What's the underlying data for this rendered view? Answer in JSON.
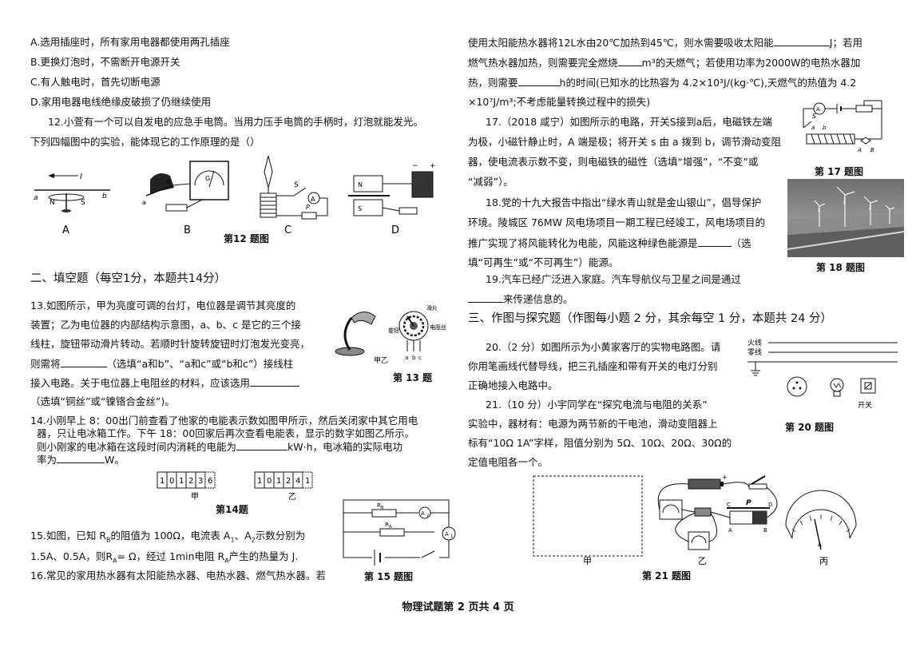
{
  "left": {
    "q11": {
      "optA": "A.选用插座时，所有家用电器都使用两孔插座",
      "optB": "B.更换灯泡时，不需断开电源开关",
      "optC": "C.有人触电时，首先切断电源",
      "optD": "D.家用电器电线绝缘皮破损了仍继续使用"
    },
    "q12": {
      "line1": "12.小萱有一个可以自发电的应急手电筒。当用力压手电筒的手柄时，灯泡就能发光。",
      "line2": "下列四幅图中的实验，能体现它的工作原理的是（）",
      "fig": {
        "label_A": "A",
        "label_B": "B",
        "label_C": "C",
        "label_D": "D",
        "label_I": "I",
        "label_a": "a",
        "label_b": "b",
        "label_N": "N",
        "label_S": "S",
        "label_G": "G",
        "label_P": "P",
        "label_A_meter": "A",
        "label_plus": "+",
        "label_minus": "−",
        "caption": "第12 题图"
      }
    },
    "section2": "二、填空题（每空1分，本题共14分）",
    "q13": {
      "line1": "13.如图所示，甲为亮度可调的台灯，电位器是调节其亮度的",
      "line2": "装置；乙为电位器的内部结构示意图，a、b、c 是它的三个接",
      "line3": "线柱，旋钮带动滑片转动。若顺时针旋转旋钮时灯泡发光变亮，",
      "line4a": "则需将",
      "line4b": "（选填“a和b”、“a和c”或“b和c”）接线柱",
      "line5a": "接入电路。关于电位器上电阻丝的材料，应该选用",
      "line6": "（选填“铜丝”或“镍铬合金丝”)。",
      "fig": {
        "label_jiayi": "甲乙",
        "label_huapian": "滑片",
        "label_xuanniu": "旋钮",
        "label_dianzusi": "电阻丝",
        "label_a": "a",
        "label_b": "b",
        "label_c": "c",
        "caption": "第 13 题"
      }
    },
    "q14": {
      "line1": "14.小刚早上 8：00出门前查看了他家的电能表示数如图甲所示，然后关闭家中其它用电",
      "line2": "器，只让电冰箱工作。下午 18：00回家后再次查看电能表，显示的数字如图乙所示。",
      "line3a": "则小刚家的电冰箱在这段时间内消耗的电能为",
      "line3b": "kW·h，电冰箱的实际电功",
      "line4a": "率为",
      "line4b": "W。",
      "meter_jia": [
        "1",
        "0",
        "1",
        "2",
        "3",
        "6"
      ],
      "meter_yi": [
        "1",
        "0",
        "1",
        "2",
        "4",
        "1"
      ],
      "label_jia": "甲",
      "label_yi": "乙",
      "caption": "第14题"
    },
    "q15": {
      "line1": "15.如图，已知 R",
      "line1_sub": "B",
      "line1b": "的阻值为 100Ω，电流表 A",
      "line1c": "、A",
      "line1d": "示数分别为",
      "sub1": "1",
      "sub2": "2",
      "line2a": "1.5A、0.5A，则R",
      "line2sub": "A",
      "line2b": "= Ω，经过 1min电阻 R",
      "line2sub2": "A",
      "line2c": "产生的热量为 J.",
      "fig": {
        "label_RB": "R",
        "label_RB_sub": "B",
        "label_RA": "R",
        "label_RA_sub": "A",
        "label_A1": "A",
        "label_A1_sub": "1",
        "label_A2": "A",
        "label_A2_sub": "2"
      },
      "caption": "第 15 题图"
    },
    "q16_start": "16.常见的家用热水器有太阳能热水器、电热水器、燃气热水器。若"
  },
  "right": {
    "q16": {
      "line1a": "使用太阳能热水器将12L水由20℃加热到45℃，则水需要吸收太阳能",
      "line1b": "J；若用",
      "line2a": "燃气热水器加热，则需要完全燃烧",
      "line2b": "m³的天燃气；若使用功率为2000W的电热水器加",
      "line3a": "热，则需要",
      "line3b": "h的时间(已知水的比热容为 4.2×10³J/(kg·℃),天燃气的热值为 4.2",
      "line4": "×10⁷J/m³;不考虑能量转换过程中的损失)"
    },
    "q17": {
      "line1": "17.（2018 咸宁）如图所示的电路，开关S接到a后，电磁铁左端",
      "line2": "为极，小磁针静止时，A 端是极；将开关 s 由 a 拨到 b，调节滑动变阻",
      "line3": "器，使电流表示数不变，则电磁铁的磁性（选填“增强”，“不变”或",
      "line4": "“减弱”）。",
      "fig": {
        "label_A_meter": "A",
        "label_S": "S",
        "label_a": "a",
        "label_b": "b",
        "label_A": "A",
        "label_B": "B"
      },
      "caption": "第 17 题图"
    },
    "q18": {
      "line1": "18.党的十九大报告中指出“绿水青山就是金山银山”，倡导保护",
      "line2": "环境。陵城区 76MW 风电场项目一期工程已经竣工，风电场项目的",
      "line3a": "推广实现了将风能转化为电能，风能这种绿色能源是",
      "line3b": "（选",
      "line4": "填“可再生”或“不可再生”）能源。",
      "caption": "第 18 题图"
    },
    "q19": {
      "line1": "19.汽车已经广泛进入家庭。汽车导航仪与卫星之间是通过",
      "line2b": "来传递信息的。"
    },
    "section3": "三、作图与探究题（作图每小题 2 分，其余每空 1 分，本题共 24 分）",
    "q20": {
      "line1": "20.（2 分）如图所示为小黄家客厅的实物电路图。请",
      "line2": "你用笔画线代替导线，把三孔插座和带有开关的电灯分别",
      "line3": "正确地接入电路中。",
      "fig": {
        "label_huoxian": "火线",
        "label_lingxian": "零线",
        "label_kaiguan": "开关"
      },
      "caption": "第 20 题图"
    },
    "q21": {
      "line1": "21.（10 分）小宇同学在“探究电流与电阻的关系”",
      "line2": "实验中，器材有：电源为两节新的干电池，滑动变阻器上",
      "line3": "标有“10Ω 1A”字样，阻值分别为 5Ω、10Ω、20Ω、30Ω的",
      "line4": "定值电阻各一个。",
      "fig": {
        "label_jia": "甲",
        "label_yi": "乙",
        "label_bing": "丙",
        "label_P": "P",
        "label_A": "A",
        "label_B": "B",
        "label_C": "C",
        "label_D": "D",
        "label_plus": "+"
      },
      "caption": "第 21 题图"
    }
  },
  "footer": "物理试题第 2 页共 4 页"
}
